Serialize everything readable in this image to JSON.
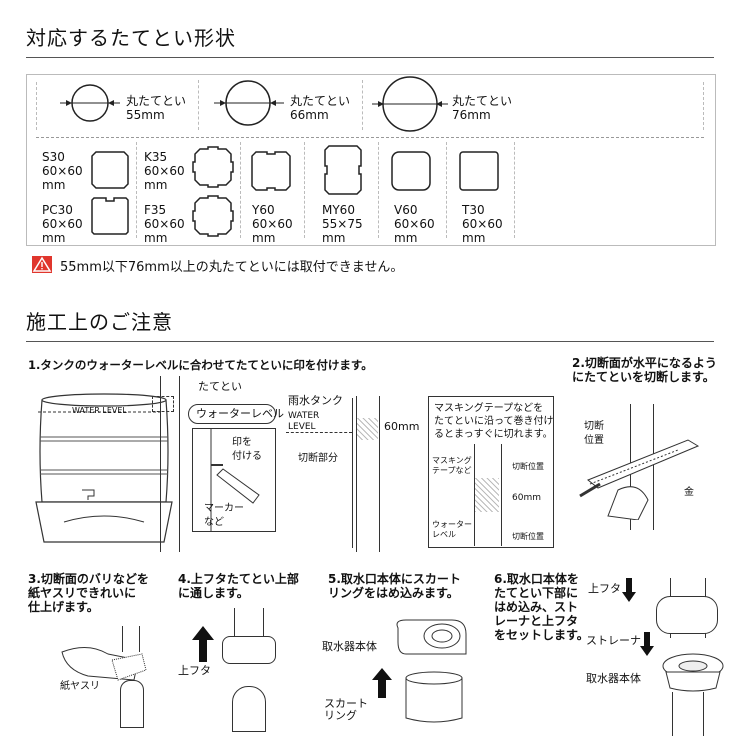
{
  "section1": {
    "title": "対応するたてとい形状",
    "round": [
      {
        "label1": "丸たてとい",
        "label2": "55mm"
      },
      {
        "label1": "丸たてとい",
        "label2": "66mm"
      },
      {
        "label1": "丸たてとい",
        "label2": "76mm"
      }
    ],
    "shapes": [
      {
        "name": "S30",
        "size": "60×60",
        "unit": "mm"
      },
      {
        "name": "PC30",
        "size": "60×60",
        "unit": "mm"
      },
      {
        "name": "K35",
        "size": "60×60",
        "unit": "mm"
      },
      {
        "name": "F35",
        "size": "60×60",
        "unit": "mm"
      },
      {
        "name": "Y60",
        "size": "60×60",
        "unit": "mm"
      },
      {
        "name": "MY60",
        "size": "55×75",
        "unit": "mm"
      },
      {
        "name": "V60",
        "size": "60×60",
        "unit": "mm"
      },
      {
        "name": "T30",
        "size": "60×60",
        "unit": "mm"
      }
    ],
    "warning": "55mm以下76mm以上の丸たてといには取付できません。"
  },
  "section2": {
    "title": "施工上のご注意",
    "step1": {
      "text": "1.タンクのウォーターレベルに合わせてたてといに印を付けます。",
      "tank_label": "WATER LEVEL",
      "gutter_label": "たてとい",
      "water_level_bubble": "ウォーターレベル",
      "mark_label": "印を\n付ける",
      "marker_label": "マーカー\nなど",
      "rain_tank": "雨水タンク",
      "water_level_side": "WATER\nLEVEL",
      "cut_part": "切断部分",
      "dim_60": "60mm",
      "masking_note": "マスキングテープなどを\nたてといに沿って巻き付け\nるとまっすぐに切れます。",
      "masking_tape": "マスキング\nテープなど",
      "cut_pos_top": "切断位置",
      "cut_pos_bottom": "切断位置",
      "dim_60b": "60mm",
      "water_level_small": "ウォーター\nレベル"
    },
    "step2": {
      "text": "2.切断面が水平になるよう\nにたてといを切断します。",
      "cut_label": "切断\n位置",
      "saw_label": "金"
    },
    "step3": {
      "text": "3.切断面のバリなどを\n紙ヤスリできれいに\n仕上げます。",
      "paper_label": "紙ヤスリ"
    },
    "step4": {
      "text": "4.上フタたてとい上部\nに通します。",
      "lid_label": "上フタ"
    },
    "step5": {
      "text": "5.取水口本体にスカート\nリングをはめ込みます。",
      "body_label": "取水器本体",
      "skirt_label": "スカート\nリング"
    },
    "step6": {
      "text": "6.取水口本体を\nたてとい下部に\nはめ込み、スト\nレーナと上フタ\nをセットします。",
      "lid_label": "上フタ",
      "strainer_label": "ストレーナ",
      "body_label": "取水器本体"
    }
  },
  "colors": {
    "warning": "#e0362d",
    "rule": "#555555"
  }
}
